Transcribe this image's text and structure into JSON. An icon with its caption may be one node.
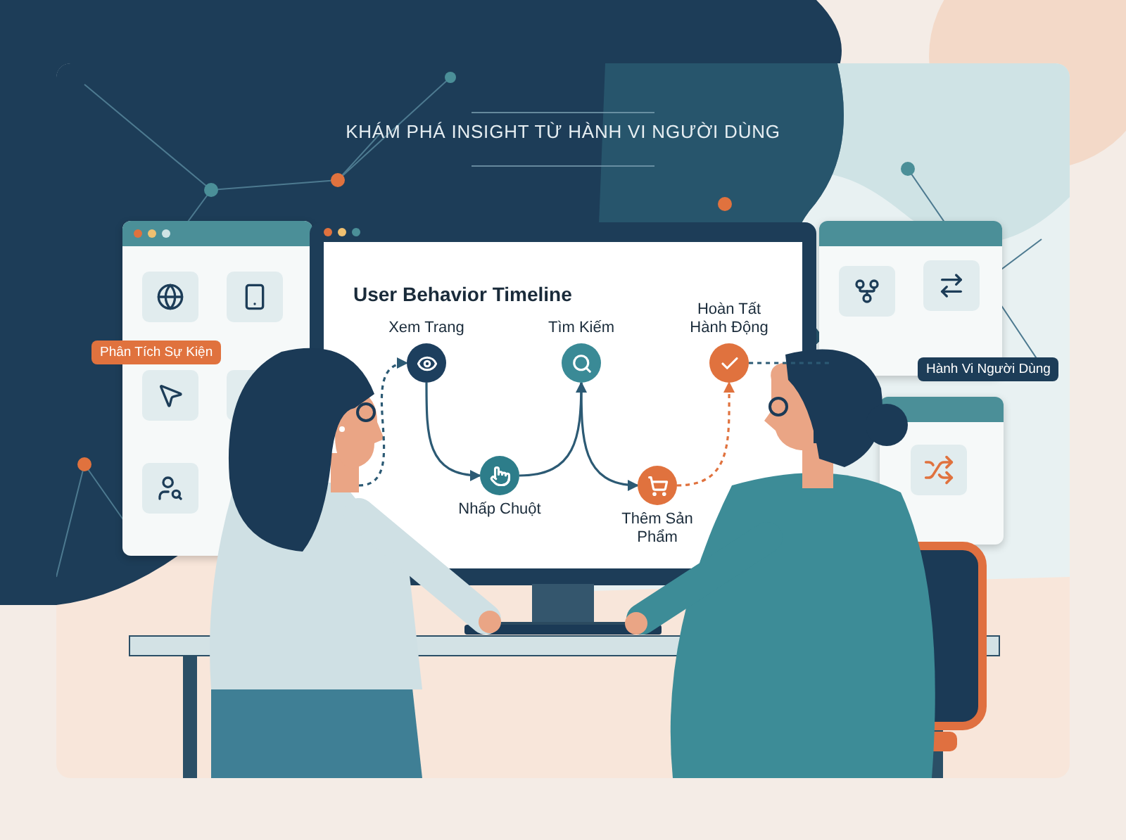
{
  "diagram": {
    "title": "KHÁM PHÁ INSIGHT TỪ HÀNH VI NGƯỜI DÙNG",
    "nodes": [
      {
        "text": [
          "Xem Trang"
        ]
      },
      {
        "text": [
          "Nhấp Chuột"
        ]
      },
      {
        "text": [
          "Tìm Kiếm"
        ]
      },
      {
        "text": [
          "Thêm Sản Phẩm"
        ]
      },
      {
        "text": [
          "Hoàn Tất Hành Động"
        ]
      }
    ],
    "edges": [
      {
        "from": null,
        "to": 0,
        "arrow": "to",
        "style": "dashed"
      },
      {
        "from": 0,
        "to": 1,
        "arrow": "to"
      },
      {
        "from": 1,
        "to": 2,
        "arrow": "to"
      },
      {
        "from": 2,
        "to": 3,
        "arrow": "to"
      },
      {
        "from": 3,
        "to": 4,
        "arrow": "to",
        "style": "dashed",
        "color": "#e0723e"
      },
      {
        "from": 4,
        "to": null,
        "arrow": "none",
        "style": "dashed"
      }
    ],
    "labels": [
      "User Behavior Timeline",
      "Phân Tích Sự Kiện",
      "Hành Vi Người Dùng"
    ]
  }
}
